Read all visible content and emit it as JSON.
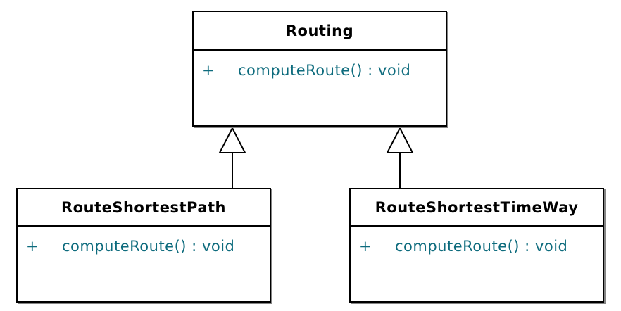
{
  "diagram": {
    "type": "uml-class-diagram",
    "classes": [
      {
        "name": "Routing",
        "methods": [
          {
            "visibility": "+",
            "signature": "computeRoute() : void"
          }
        ]
      },
      {
        "name": "RouteShortestPath",
        "methods": [
          {
            "visibility": "+",
            "signature": "computeRoute() : void"
          }
        ]
      },
      {
        "name": "RouteShortestTimeWay",
        "methods": [
          {
            "visibility": "+",
            "signature": "computeRoute() : void"
          }
        ]
      }
    ],
    "relations": [
      {
        "type": "generalization",
        "from": "RouteShortestPath",
        "to": "Routing"
      },
      {
        "type": "generalization",
        "from": "RouteShortestTimeWay",
        "to": "Routing"
      }
    ],
    "colors": {
      "background": "#ffffff",
      "box_fill": "#ffffff",
      "box_border": "#000000",
      "title_text": "#000000",
      "method_text": "#0d6b7d",
      "shadow": "#858585"
    }
  }
}
